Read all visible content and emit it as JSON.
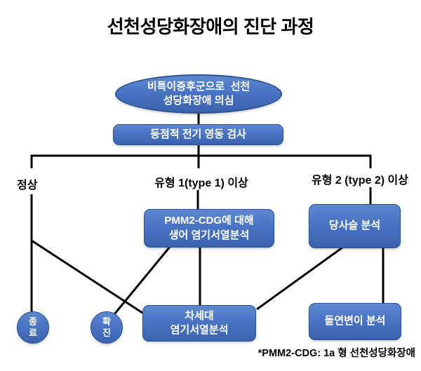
{
  "title": "선천성당화장애의 진단 과정",
  "nodes": {
    "suspect": {
      "line1": "비특이증후군으로  선천",
      "line2": "성당화장애 의심"
    },
    "ief_test": {
      "label": "등점적 전기 영동 검사"
    },
    "branch_normal": {
      "label": "정상"
    },
    "branch_type1": {
      "label": "유형 1(type 1) 이상"
    },
    "branch_type2": {
      "label": "유형 2 (type 2) 이상"
    },
    "sanger": {
      "line1": "PMM2-CDG에 대해",
      "line2": "생어 염기서열분석"
    },
    "glycan": {
      "label": "당사슬 분석"
    },
    "ngs": {
      "line1": "차세대",
      "line2": "염기서열분석"
    },
    "mutation": {
      "label": "돌연변이 분석"
    },
    "end_terminal": {
      "line1": "종",
      "line2": "료"
    },
    "confirm_terminal": {
      "line1": "확",
      "line2": "진"
    }
  },
  "footnote": "*PMM2-CDG: 1a 형 선천성당화장애",
  "colors": {
    "shape_fill_top": "#5d88d0",
    "shape_fill_bottom": "#3a62ad",
    "shape_border": "#2e5395",
    "connector": "#000000",
    "text_on_shape": "#ffffff",
    "text": "#000000",
    "background": "#ffffff"
  }
}
